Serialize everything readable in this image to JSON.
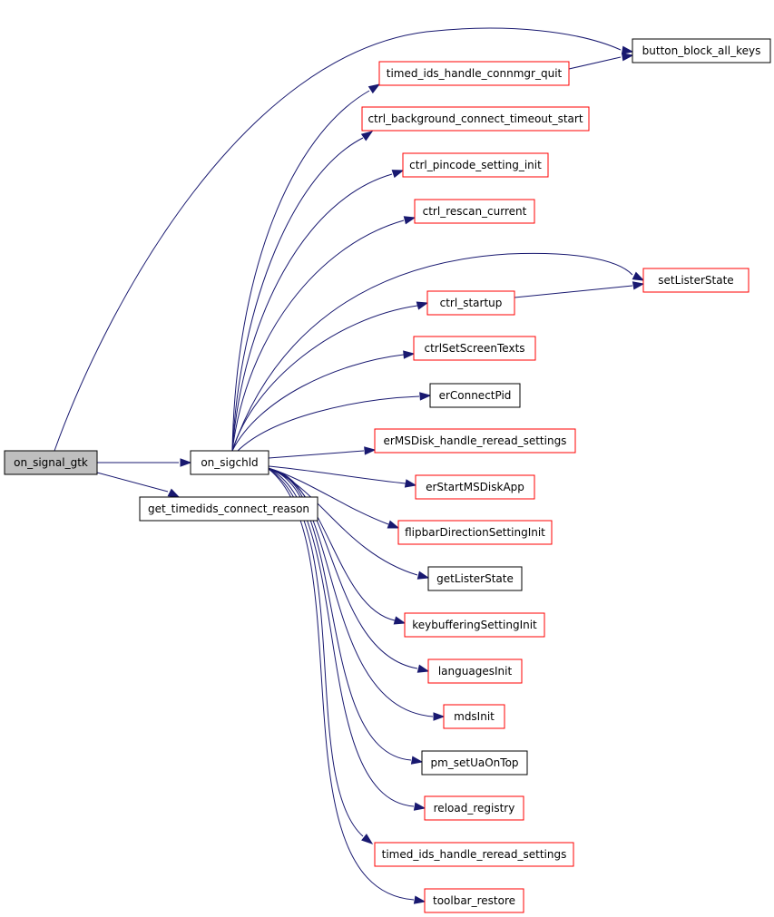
{
  "colors": {
    "edge": "#191970",
    "border_linked": "#ff0000",
    "border_plain": "#000000",
    "fill_root": "#bfbfbf",
    "fill_default": "#ffffff"
  },
  "nodes": {
    "on_signal_gtk": "on_signal_gtk",
    "on_sigchld": "on_sigchld",
    "get_timedids_connect_reason": "get_timedids_connect_reason",
    "button_block_all_keys": "button_block_all_keys",
    "timed_ids_handle_connmgr_quit": "timed_ids_handle_connmgr_quit",
    "ctrl_background_connect_timeout_start": "ctrl_background_connect_timeout_start",
    "ctrl_pincode_setting_init": "ctrl_pincode_setting_init",
    "ctrl_rescan_current": "ctrl_rescan_current",
    "setListerState": "setListerState",
    "ctrl_startup": "ctrl_startup",
    "ctrlSetScreenTexts": "ctrlSetScreenTexts",
    "erConnectPid": "erConnectPid",
    "erMSDisk_handle_reread_settings": "erMSDisk_handle_reread_settings",
    "erStartMSDiskApp": "erStartMSDiskApp",
    "flipbarDirectionSettingInit": "flipbarDirectionSettingInit",
    "getListerState": "getListerState",
    "keybufferingSettingInit": "keybufferingSettingInit",
    "languagesInit": "languagesInit",
    "mdsInit": "mdsInit",
    "pm_setUaOnTop": "pm_setUaOnTop",
    "reload_registry": "reload_registry",
    "timed_ids_handle_reread_settings": "timed_ids_handle_reread_settings",
    "toolbar_restore": "toolbar_restore"
  }
}
